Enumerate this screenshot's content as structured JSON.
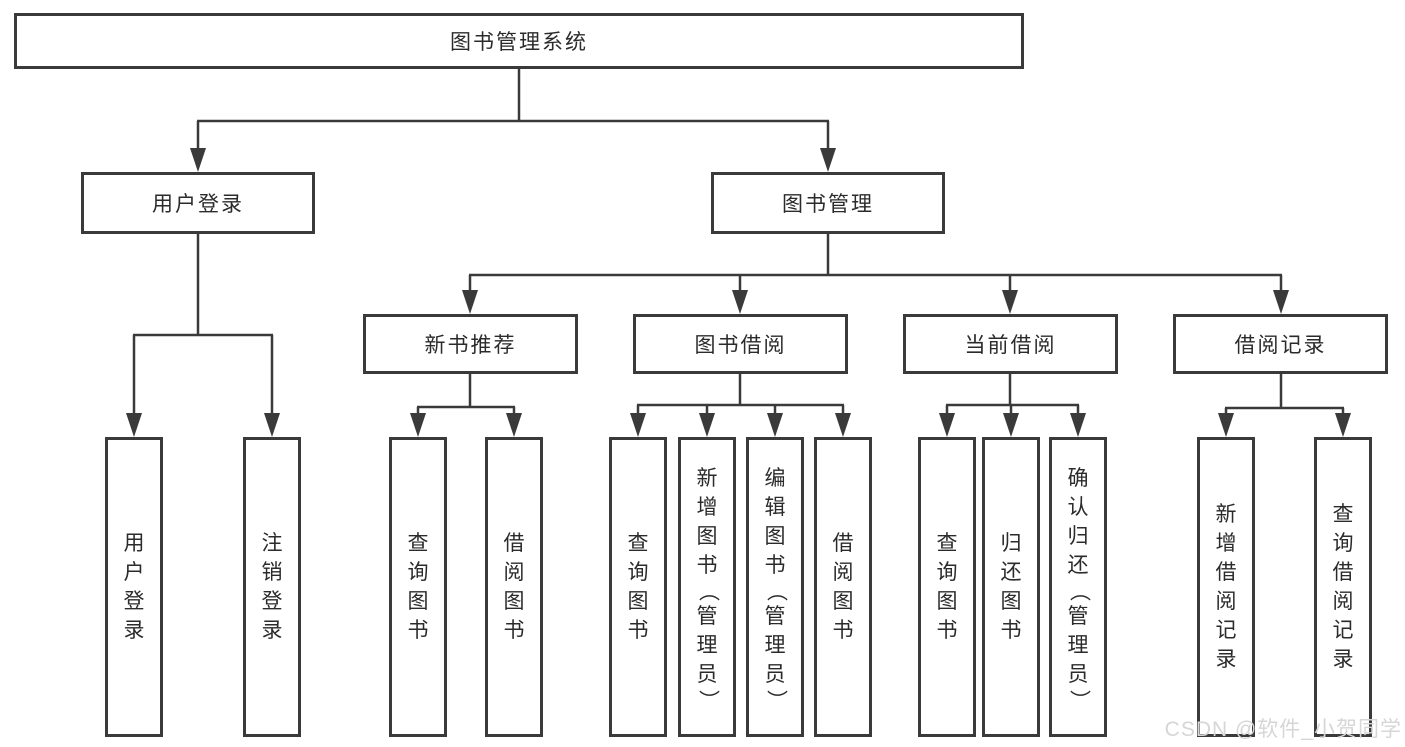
{
  "root": {
    "label": "图书管理系统"
  },
  "user_login": {
    "label": "用户登录",
    "children": [
      {
        "label": "用户登录"
      },
      {
        "label": "注销登录"
      }
    ]
  },
  "book_mgmt": {
    "label": "图书管理",
    "sections": [
      {
        "label": "新书推荐",
        "children": [
          {
            "label": "查询图书"
          },
          {
            "label": "借阅图书"
          }
        ]
      },
      {
        "label": "图书借阅",
        "children": [
          {
            "label": "查询图书"
          },
          {
            "label": "新增图书（管理员）"
          },
          {
            "label": "编辑图书（管理员）"
          },
          {
            "label": "借阅图书"
          }
        ]
      },
      {
        "label": "当前借阅",
        "children": [
          {
            "label": "查询图书"
          },
          {
            "label": "归还图书"
          },
          {
            "label": "确认归还（管理员）"
          }
        ]
      },
      {
        "label": "借阅记录",
        "children": [
          {
            "label": "新增借阅记录"
          },
          {
            "label": "查询借阅记录"
          }
        ]
      }
    ]
  },
  "watermark": "CSDN @软件_小贺同学",
  "colors": {
    "line": "#3a3a3a",
    "text": "#2b2b2b",
    "box_background": "#ffffff",
    "watermark": "#d6d6d6",
    "background": "#ffffff"
  }
}
